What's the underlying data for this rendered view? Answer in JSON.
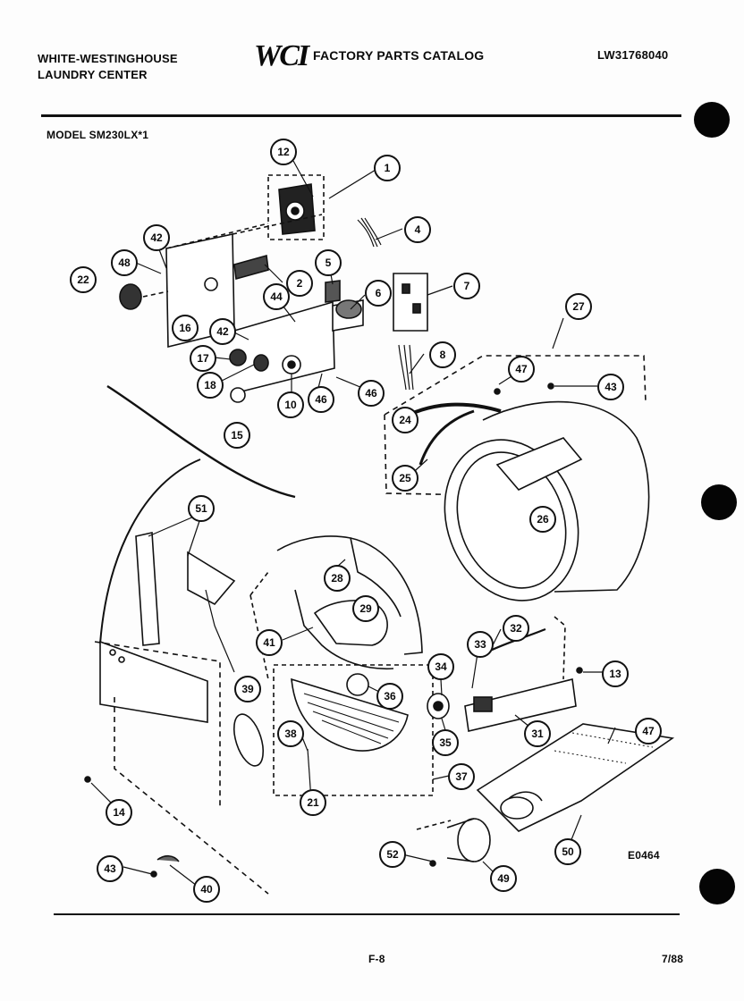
{
  "header": {
    "brand_line1": "WHITE-WESTINGHOUSE",
    "brand_line2": "LAUNDRY CENTER",
    "logo_text": "WCI",
    "catalog_title": "FACTORY PARTS CATALOG",
    "catalog_number": "LW31768040",
    "model": "MODEL SM230LX*1"
  },
  "diagram": {
    "part_callouts": [
      "12",
      "1",
      "4",
      "42",
      "48",
      "22",
      "2",
      "5",
      "6",
      "7",
      "44",
      "16",
      "42",
      "17",
      "18",
      "10",
      "46",
      "46",
      "15",
      "8",
      "27",
      "47",
      "43",
      "24",
      "25",
      "26",
      "51",
      "28",
      "29",
      "41",
      "39",
      "32",
      "33",
      "34",
      "36",
      "13",
      "38",
      "35",
      "31",
      "47",
      "37",
      "21",
      "14",
      "50",
      "52",
      "49",
      "43",
      "40"
    ],
    "diagram_code": "E0464"
  },
  "footer": {
    "page": "F-8",
    "date": "7/88"
  },
  "colors": {
    "ink": "#0a0a0a",
    "paper": "#fdfdfd"
  }
}
